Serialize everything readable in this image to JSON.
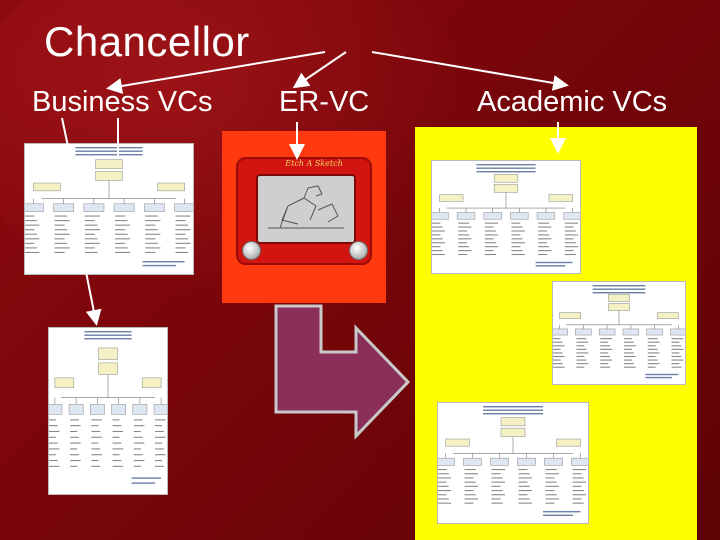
{
  "slide": {
    "title": "Chancellor",
    "labels": {
      "business": "Business VCs",
      "er": "ER-VC",
      "academic": "Academic VCs"
    }
  },
  "colors": {
    "background": "#7a060a",
    "text": "#ffffff",
    "academic_panel": "#ffff00",
    "er_panel": "#ff3a10",
    "big_arrow": "#8a2e5a",
    "etch_body": "#d21510"
  },
  "icons": [
    "etch-a-sketch-icon",
    "org-chart-icon",
    "big-right-arrow-icon"
  ]
}
